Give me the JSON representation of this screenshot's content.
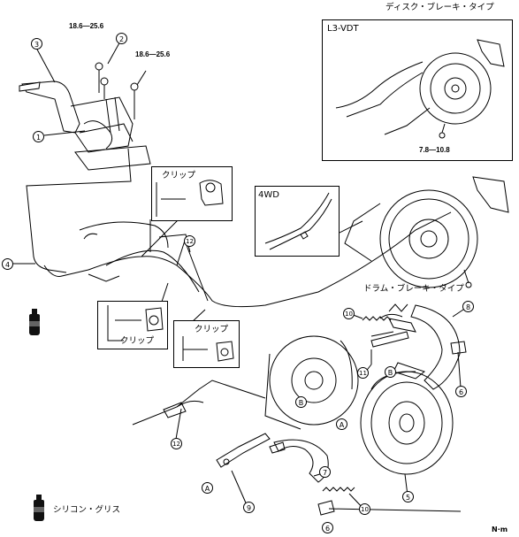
{
  "headings": {
    "disc_brake_type": "ディスク・ブレーキ・タイプ",
    "drum_brake_type": "ドラム・ブレーキ・タイプ"
  },
  "insets": {
    "l3_vdt": "L3-VDT",
    "fwd4": "4WD",
    "clip_top": "クリップ",
    "clip_mid_right": "クリップ",
    "clip_mid_left": "クリップ"
  },
  "torques": {
    "t1": "18.6—25.6",
    "t2": "18.6—25.6",
    "t3": "7.8—10.8"
  },
  "callouts": [
    "1",
    "2",
    "3",
    "4",
    "5",
    "6",
    "7",
    "8",
    "9",
    "10",
    "11",
    "12"
  ],
  "callout_display": {
    "c1": "1",
    "c2": "2",
    "c3": "3",
    "c4": "4",
    "c5": "5",
    "c6a": "6",
    "c6b": "6",
    "c7": "7",
    "c8": "8",
    "c9": "9",
    "c10a": "10",
    "c10b": "10",
    "c11": "11",
    "c12a": "12",
    "c12b": "12"
  },
  "markers": {
    "a1": "A",
    "a2": "A",
    "b1": "B",
    "b2": "B"
  },
  "legend": {
    "silicone_grease": "シリコン・グリス"
  },
  "units": "N·m"
}
